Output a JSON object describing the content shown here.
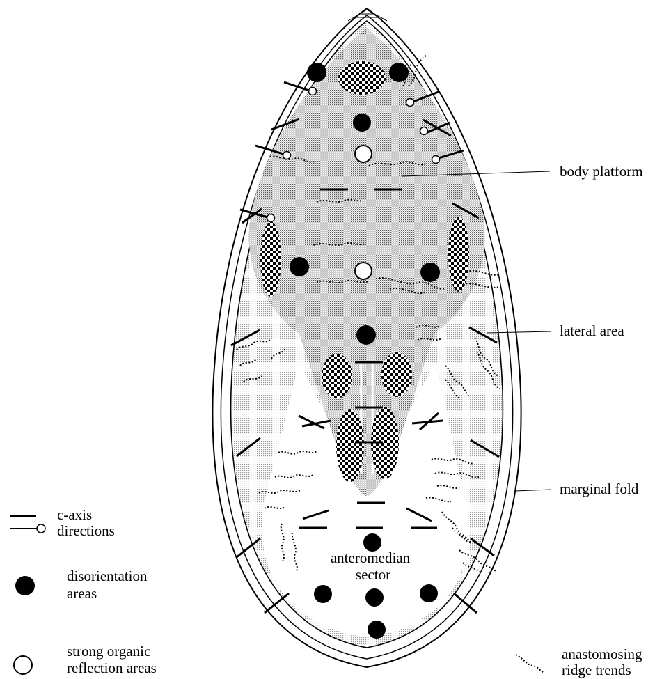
{
  "labels": {
    "body_platform": "body platform",
    "lateral_area": "lateral area",
    "marginal_fold": "marginal fold",
    "anteromedian_line1": "anteromedian",
    "anteromedian_line2": "sector"
  },
  "legend": {
    "c_axis_line1": "c-axis",
    "c_axis_line2": "directions",
    "disorientation_line1": "disorientation",
    "disorientation_line2": "areas",
    "organic_line1": "strong organic",
    "organic_line2": "reflection areas",
    "ridge_line1": "anastomosing",
    "ridge_line2": "ridge trends"
  },
  "colors": {
    "ink": "#000000",
    "stipple_dark": "#a8a8a8",
    "stipple_light": "#d4d4d4",
    "paper": "#ffffff"
  },
  "icons": [
    "c-axis-line-icon",
    "disorientation-dot-icon",
    "organic-reflection-circle-icon",
    "ridge-trend-icon",
    "checker-pattern-icon"
  ]
}
